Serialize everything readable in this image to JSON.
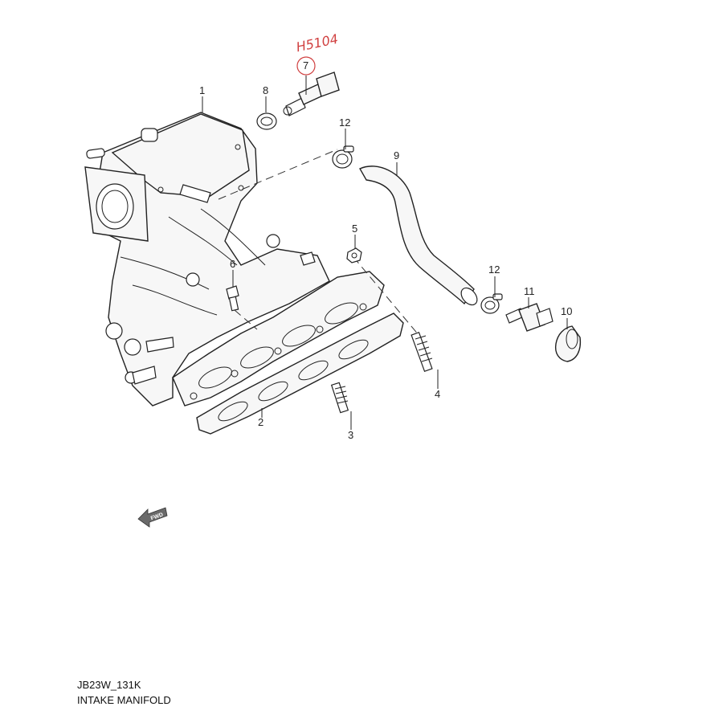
{
  "annotation": {
    "handwritten_note": "H5104"
  },
  "callouts": [
    {
      "id": "1",
      "label": "1",
      "part": "intake-manifold"
    },
    {
      "id": "2",
      "label": "2",
      "part": "manifold-gasket"
    },
    {
      "id": "3",
      "label": "3",
      "part": "stud"
    },
    {
      "id": "4",
      "label": "4",
      "part": "stud"
    },
    {
      "id": "5",
      "label": "5",
      "part": "nut"
    },
    {
      "id": "6",
      "label": "6",
      "part": "bolt"
    },
    {
      "id": "7",
      "label": "7",
      "part": "sensor",
      "circled": true
    },
    {
      "id": "8",
      "label": "8",
      "part": "o-ring"
    },
    {
      "id": "9",
      "label": "9",
      "part": "hose"
    },
    {
      "id": "10",
      "label": "10",
      "part": "grommet"
    },
    {
      "id": "11",
      "label": "11",
      "part": "pcv-valve"
    },
    {
      "id": "12a",
      "label": "12",
      "part": "hose-clamp"
    },
    {
      "id": "12b",
      "label": "12",
      "part": "hose-clamp"
    }
  ],
  "fwd_arrow": {
    "label": "FWD"
  },
  "footer": {
    "code": "JB23W_131K",
    "title": "INTAKE MANIFOLD"
  },
  "colors": {
    "ink": "#222222",
    "annotation": "#d04040",
    "background": "#ffffff"
  }
}
